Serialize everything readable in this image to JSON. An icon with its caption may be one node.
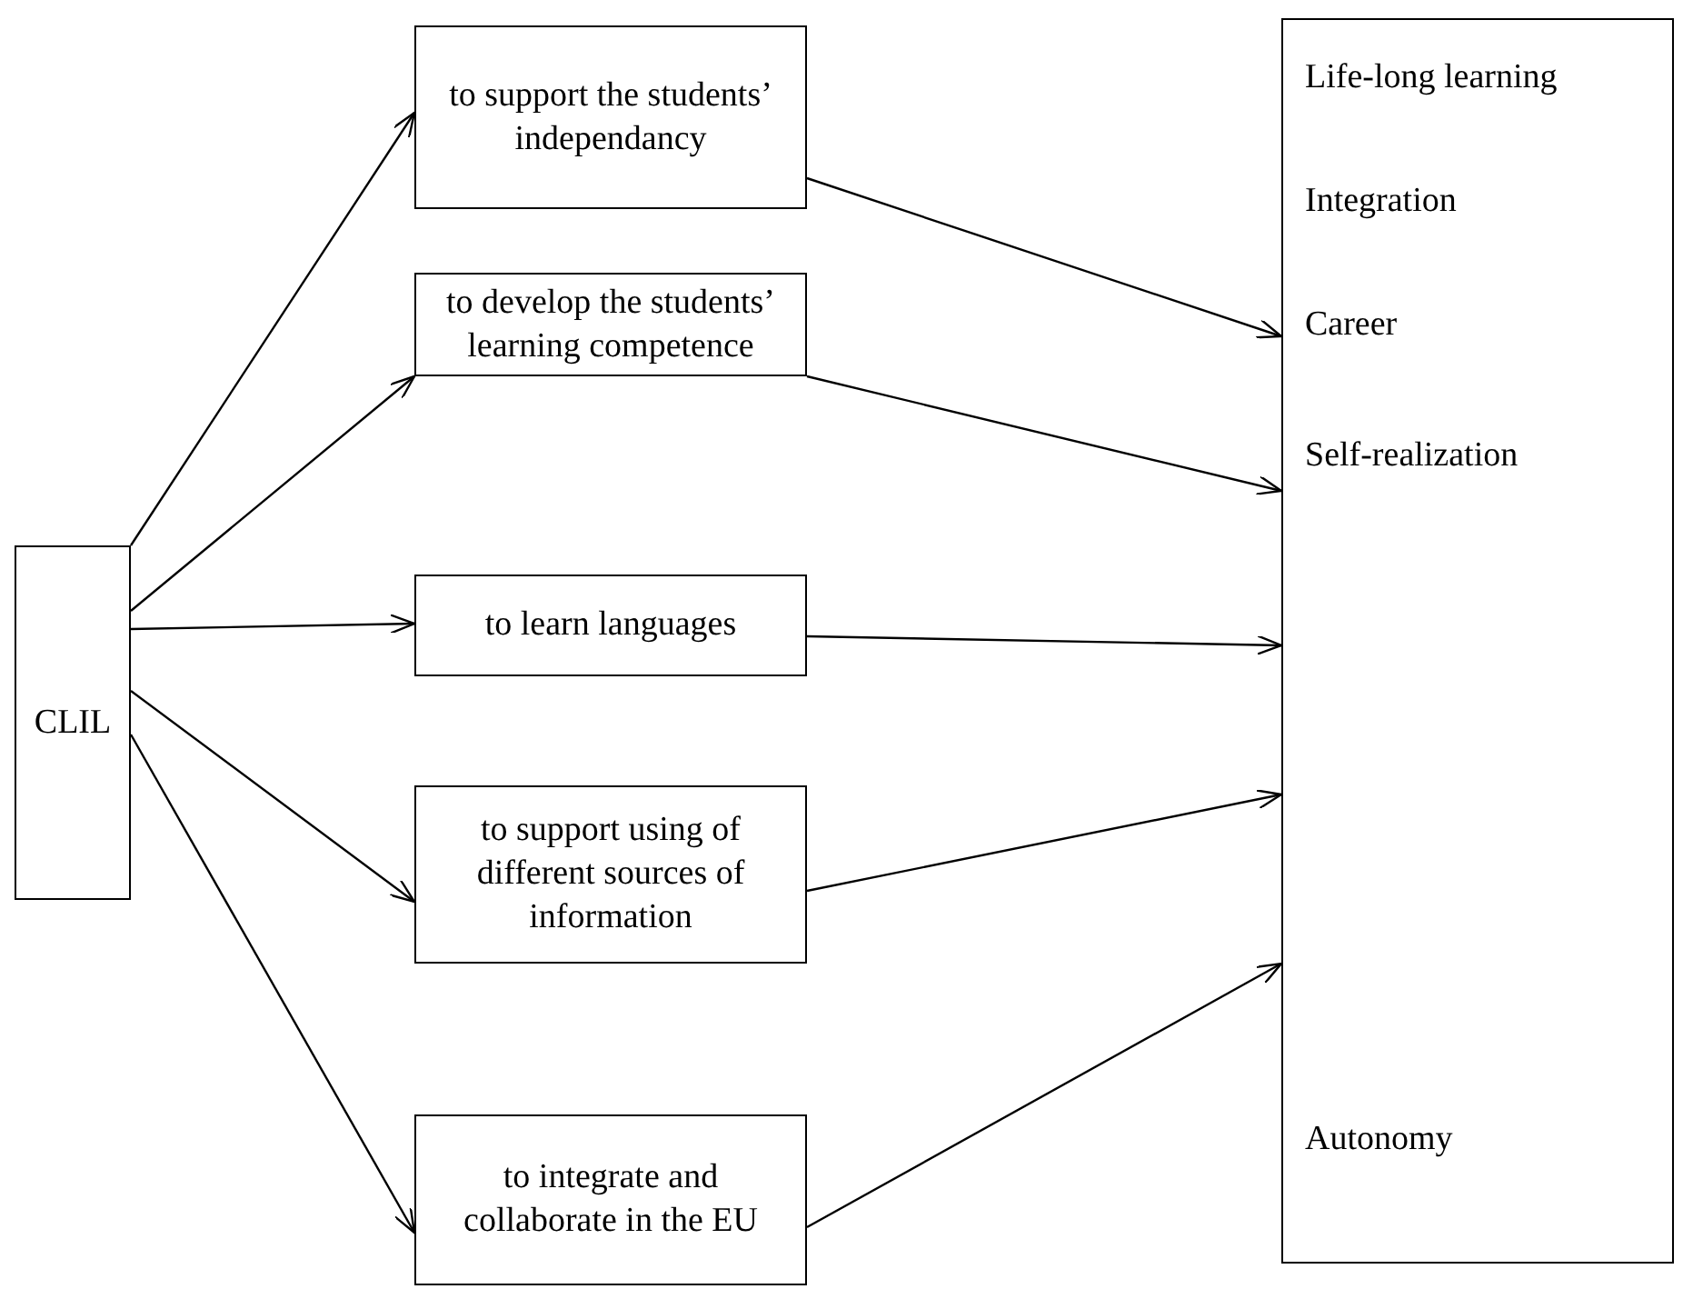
{
  "diagram": {
    "nodes": [
      {
        "text": [
          "CLIL"
        ]
      },
      {
        "text": [
          "to support the students’ independancy"
        ]
      },
      {
        "text": [
          "to develop the students’ learning competence"
        ]
      },
      {
        "text": [
          "to learn languages"
        ]
      },
      {
        "text": [
          "to support using of different sources of information"
        ]
      },
      {
        "text": [
          "to integrate and collaborate in the EU"
        ]
      },
      {
        "text": [
          "Life-long learning",
          "Integration",
          "Career",
          "Self-realization",
          "Autonomy"
        ]
      }
    ],
    "edges": [
      {
        "from": 0,
        "to": 1,
        "arrow": "to"
      },
      {
        "from": 0,
        "to": 2,
        "arrow": "to"
      },
      {
        "from": 0,
        "to": 3,
        "arrow": "to"
      },
      {
        "from": 0,
        "to": 4,
        "arrow": "to"
      },
      {
        "from": 0,
        "to": 5,
        "arrow": "to"
      },
      {
        "from": 1,
        "to": 6,
        "arrow": "to"
      },
      {
        "from": 2,
        "to": 6,
        "arrow": "to"
      },
      {
        "from": 3,
        "to": 6,
        "arrow": "to"
      },
      {
        "from": 4,
        "to": 6,
        "arrow": "to"
      },
      {
        "from": 5,
        "to": 6,
        "arrow": "to"
      }
    ]
  }
}
